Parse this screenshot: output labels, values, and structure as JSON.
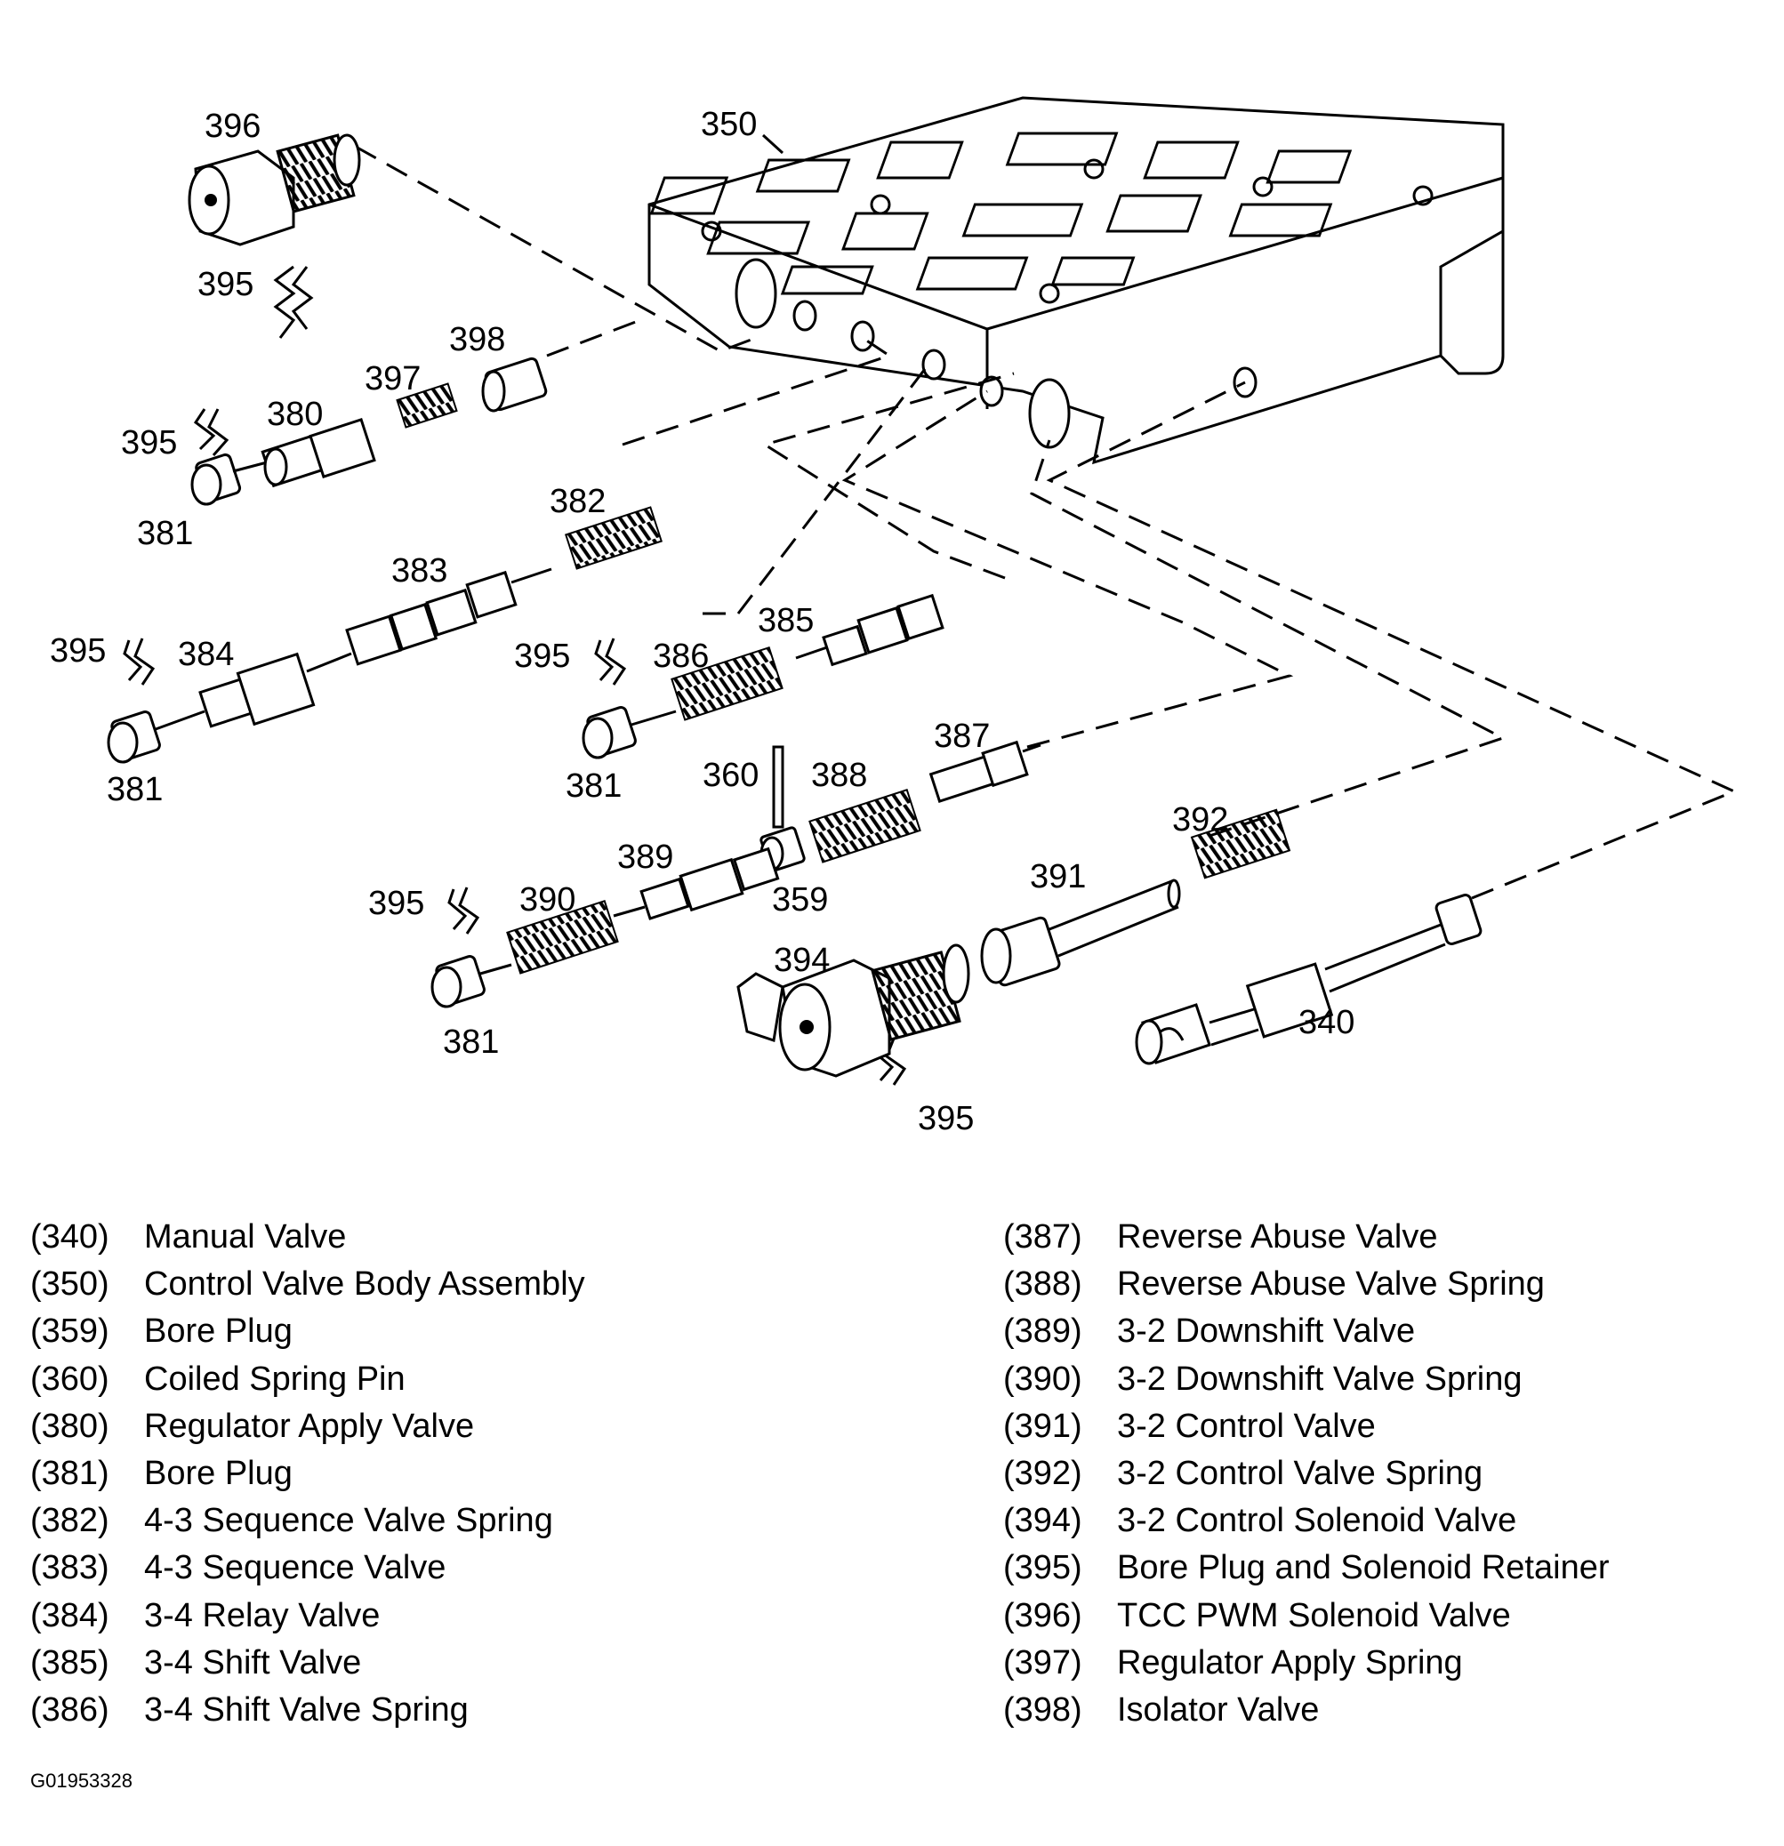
{
  "callouts": [
    {
      "id": "350",
      "label": "350"
    },
    {
      "id": "396",
      "label": "396"
    },
    {
      "id": "395a",
      "label": "395"
    },
    {
      "id": "398",
      "label": "398"
    },
    {
      "id": "397",
      "label": "397"
    },
    {
      "id": "380",
      "label": "380"
    },
    {
      "id": "395b",
      "label": "395"
    },
    {
      "id": "381a",
      "label": "381"
    },
    {
      "id": "382",
      "label": "382"
    },
    {
      "id": "383",
      "label": "383"
    },
    {
      "id": "395c",
      "label": "395"
    },
    {
      "id": "384",
      "label": "384"
    },
    {
      "id": "381b",
      "label": "381"
    },
    {
      "id": "385",
      "label": "385"
    },
    {
      "id": "395d",
      "label": "395"
    },
    {
      "id": "386",
      "label": "386"
    },
    {
      "id": "381c",
      "label": "381"
    },
    {
      "id": "387",
      "label": "387"
    },
    {
      "id": "360",
      "label": "360"
    },
    {
      "id": "388",
      "label": "388"
    },
    {
      "id": "392",
      "label": "392"
    },
    {
      "id": "389",
      "label": "389"
    },
    {
      "id": "391",
      "label": "391"
    },
    {
      "id": "395e",
      "label": "395"
    },
    {
      "id": "390",
      "label": "390"
    },
    {
      "id": "359",
      "label": "359"
    },
    {
      "id": "394",
      "label": "394"
    },
    {
      "id": "381d",
      "label": "381"
    },
    {
      "id": "340",
      "label": "340"
    },
    {
      "id": "395f",
      "label": "395"
    }
  ],
  "legend_left": [
    {
      "num": "(340)",
      "name": "Manual Valve"
    },
    {
      "num": "(350)",
      "name": "Control Valve Body Assembly"
    },
    {
      "num": "(359)",
      "name": "Bore Plug"
    },
    {
      "num": "(360)",
      "name": "Coiled Spring Pin"
    },
    {
      "num": "(380)",
      "name": "Regulator Apply Valve"
    },
    {
      "num": "(381)",
      "name": "Bore Plug"
    },
    {
      "num": "(382)",
      "name": "4-3 Sequence Valve Spring"
    },
    {
      "num": "(383)",
      "name": "4-3 Sequence Valve"
    },
    {
      "num": "(384)",
      "name": "3-4 Relay Valve"
    },
    {
      "num": "(385)",
      "name": "3-4 Shift Valve"
    },
    {
      "num": "(386)",
      "name": "3-4 Shift Valve Spring"
    }
  ],
  "legend_right": [
    {
      "num": "(387)",
      "name": "Reverse Abuse Valve"
    },
    {
      "num": "(388)",
      "name": "Reverse Abuse Valve Spring"
    },
    {
      "num": "(389)",
      "name": "3-2 Downshift Valve"
    },
    {
      "num": "(390)",
      "name": "3-2 Downshift Valve Spring"
    },
    {
      "num": "(391)",
      "name": "3-2 Control Valve"
    },
    {
      "num": "(392)",
      "name": "3-2 Control Valve Spring"
    },
    {
      "num": "(394)",
      "name": "3-2 Control Solenoid Valve"
    },
    {
      "num": "(395)",
      "name": "Bore Plug and Solenoid Retainer"
    },
    {
      "num": "(396)",
      "name": "TCC PWM Solenoid Valve"
    },
    {
      "num": "(397)",
      "name": "Regulator Apply Spring"
    },
    {
      "num": "(398)",
      "name": "Isolator Valve"
    }
  ],
  "figure_id": "G01953328"
}
